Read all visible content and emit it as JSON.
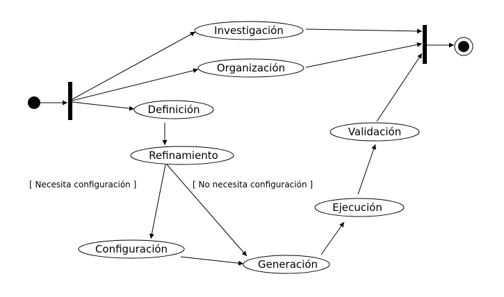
{
  "nodes": {
    "investigacion": "Investigación",
    "organizacion": "Organización",
    "definicion": "Definición",
    "refinamiento": "Refinamiento",
    "configuracion": "Configuración",
    "generacion": "Generación",
    "ejecucion": "Ejecución",
    "validacion": "Validación"
  },
  "guards": {
    "necesita": "[ Necesita configuración ]",
    "no_necesita": "[ No necesita configuración ]"
  }
}
